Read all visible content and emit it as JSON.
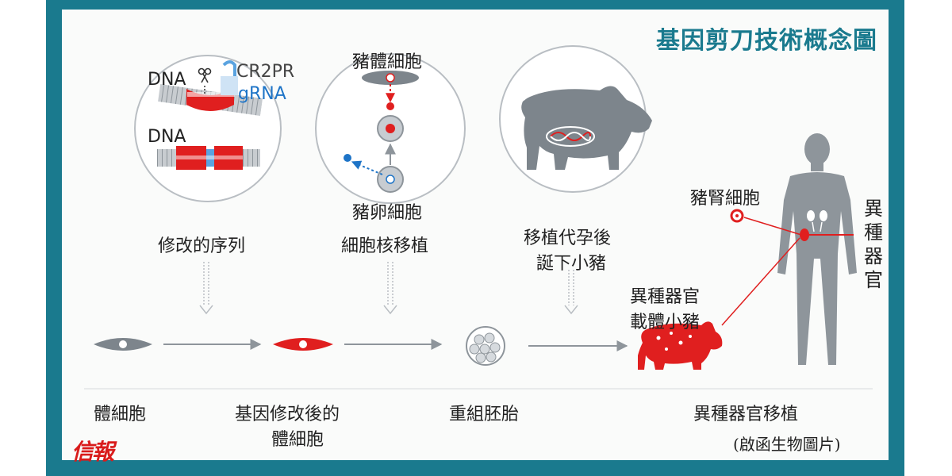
{
  "title": "基因剪刀技術概念圖",
  "circle1": {
    "dna_top": "DNA",
    "cr2pr": "CR2PR",
    "grna": "gRNA",
    "dna_bottom": "DNA",
    "label": "修改的序列"
  },
  "circle2": {
    "top": "豬體細胞",
    "bottom": "豬卵細胞",
    "label": "細胞核移植"
  },
  "circle3": {
    "label_line1": "移植代孕後",
    "label_line2": "誕下小豬"
  },
  "human": {
    "kidney_cell": "豬腎細胞",
    "side_chars": [
      "異",
      "種",
      "器",
      "官"
    ]
  },
  "organ_pig": {
    "line1": "異種器官",
    "line2": "載體小豬"
  },
  "bottom": {
    "step1": "體細胞",
    "step2_line1": "基因修改後的",
    "step2_line2": "體細胞",
    "step3": "重組胚胎",
    "step4": "異種器官移植"
  },
  "source": "(啟函生物圖片)",
  "logo": "信報",
  "colors": {
    "accent": "#1a7a8e",
    "red": "#e01f1f",
    "gray": "#7d858c",
    "blue": "#1e74c7"
  }
}
